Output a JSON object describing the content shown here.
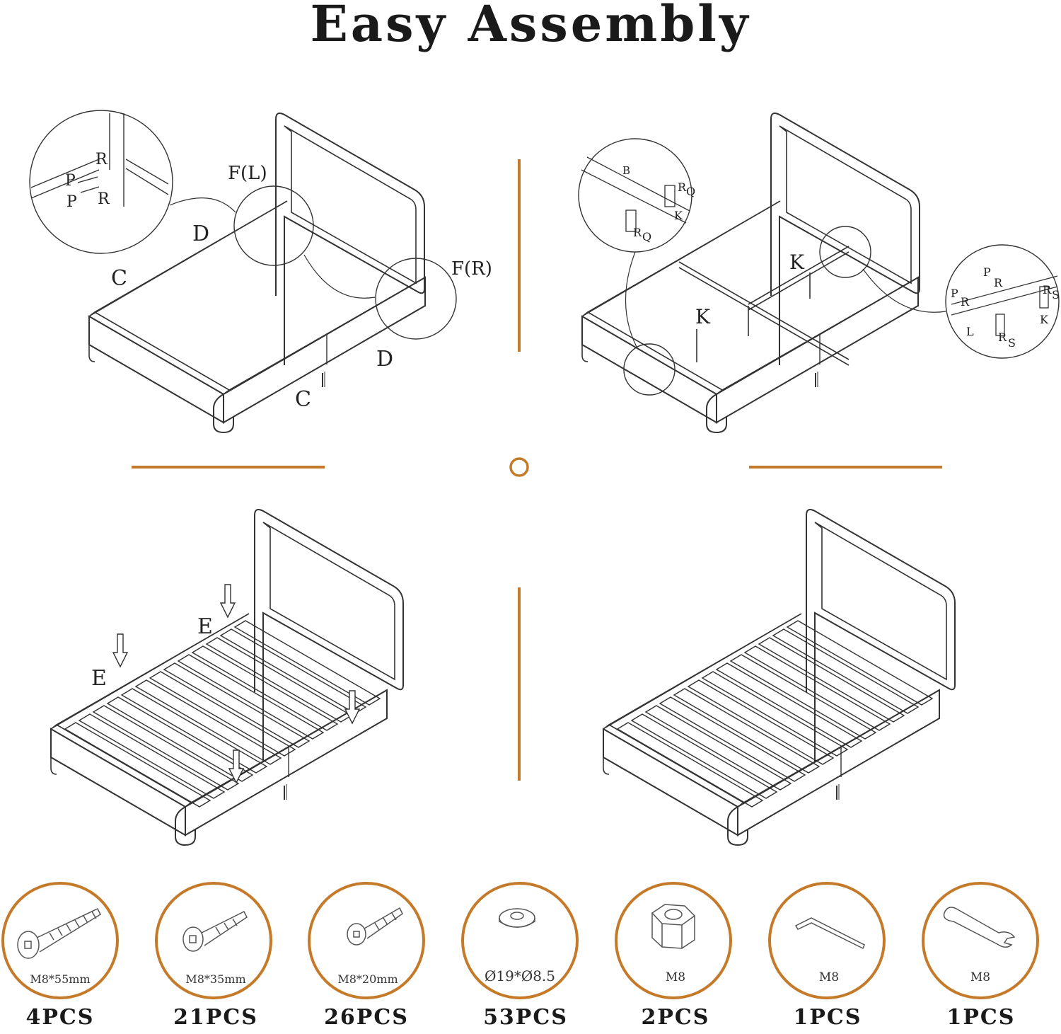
{
  "title": "Easy Assembly",
  "accent_color": "#c57a2a",
  "steps": [
    {
      "id": "step1",
      "labels": [
        "C",
        "D",
        "F(L)",
        "F(R)",
        "D",
        "C"
      ],
      "detail_labels": [
        "R",
        "P",
        "P",
        "R"
      ]
    },
    {
      "id": "step2",
      "labels": [
        "K",
        "K"
      ],
      "detail_left_labels": [
        "B",
        "R",
        "Q",
        "K",
        "R",
        "Q"
      ],
      "detail_right_labels": [
        "P",
        "R",
        "P",
        "R",
        "R",
        "S",
        "K",
        "L",
        "R",
        "S"
      ]
    },
    {
      "id": "step3",
      "labels": [
        "E",
        "E"
      ]
    },
    {
      "id": "step4",
      "labels": []
    }
  ],
  "parts": [
    {
      "icon": "bolt-long-icon",
      "size": "M8*55mm",
      "qty": "4PCS"
    },
    {
      "icon": "bolt-medium-icon",
      "size": "M8*35mm",
      "qty": "21PCS"
    },
    {
      "icon": "bolt-short-icon",
      "size": "M8*20mm",
      "qty": "26PCS"
    },
    {
      "icon": "washer-icon",
      "size": "Ø19*Ø8.5",
      "qty": "53PCS"
    },
    {
      "icon": "hex-nut-icon",
      "size": "M8",
      "qty": "2PCS"
    },
    {
      "icon": "allen-key-icon",
      "size": "M8",
      "qty": "1PCS"
    },
    {
      "icon": "wrench-icon",
      "size": "M8",
      "qty": "1PCS"
    }
  ]
}
